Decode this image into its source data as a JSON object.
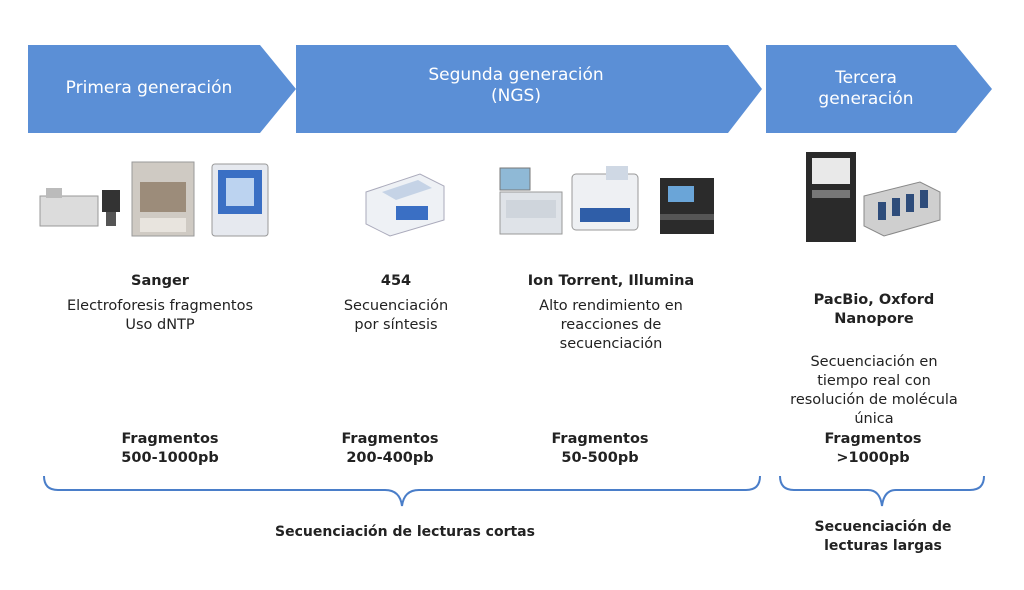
{
  "generations": [
    {
      "label": "Primera generación"
    },
    {
      "label": "Segunda generación\n(NGS)"
    },
    {
      "label": "Tercera\ngeneración"
    }
  ],
  "technologies": [
    {
      "name": "Sanger",
      "description": "Electroforesis fragmentos\nUso dNTP",
      "fragments": "Fragmentos\n500-1000pb"
    },
    {
      "name": "454",
      "description": "Secuenciación\npor síntesis",
      "fragments": "Fragmentos\n200-400pb"
    },
    {
      "name": "Ion Torrent, Illumina",
      "description": "Alto rendimiento en\nreacciones de\nsecuenciación",
      "fragments": "Fragmentos\n50-500pb"
    },
    {
      "name": "PacBio, Oxford\nNanopore",
      "description": "Secuenciación en\ntiempo real con\nresolución de molécula\núnica",
      "fragments": "Fragmentos\n>1000pb"
    }
  ],
  "groups": [
    {
      "label": "Secuenciación de lecturas cortas"
    },
    {
      "label": "Secuenciación de\nlecturas largas"
    }
  ],
  "colors": {
    "arrow": "#5b8fd6",
    "brace": "#4a7ec9",
    "text": "#222222"
  },
  "icons": [
    "sequencer-instrument-icon"
  ]
}
